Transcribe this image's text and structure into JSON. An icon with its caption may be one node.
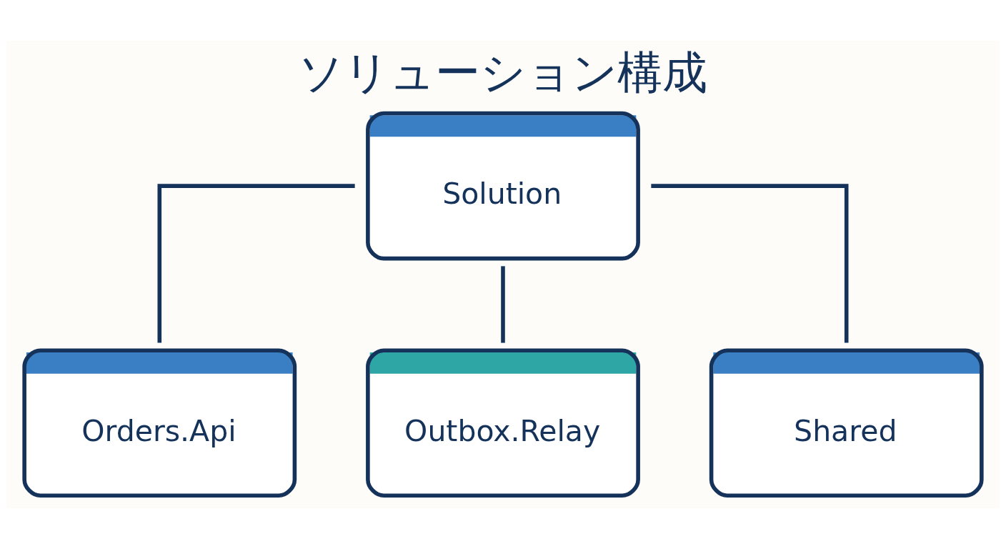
{
  "diagram": {
    "title": "ソリューション構成",
    "nodes": [
      {
        "text": [
          "Solution"
        ]
      },
      {
        "text": [
          "Orders.Api"
        ]
      },
      {
        "text": [
          "Outbox.Relay"
        ]
      },
      {
        "text": [
          "Shared"
        ]
      }
    ],
    "edges": [
      {
        "from": 0,
        "to": 1,
        "arrow": "none"
      },
      {
        "from": 0,
        "to": 2,
        "arrow": "none"
      },
      {
        "from": 0,
        "to": 3,
        "arrow": "none"
      }
    ]
  }
}
